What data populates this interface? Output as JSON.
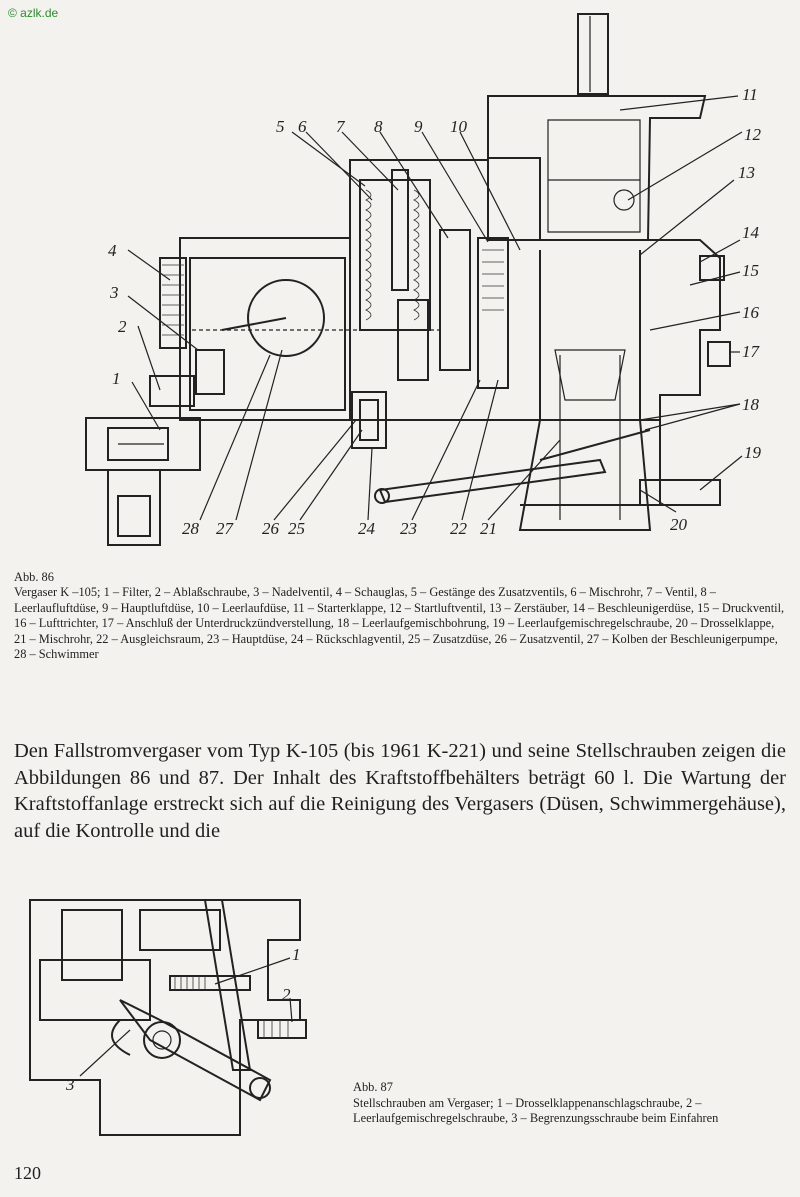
{
  "watermark": "© azlk.de",
  "figure1": {
    "labels": [
      "1",
      "2",
      "3",
      "4",
      "5",
      "6",
      "7",
      "8",
      "9",
      "10",
      "11",
      "12",
      "13",
      "14",
      "15",
      "16",
      "17",
      "18",
      "19",
      "20",
      "21",
      "22",
      "23",
      "24",
      "25",
      "26",
      "27",
      "28"
    ],
    "caption_title": "Abb. 86",
    "caption_text": "Vergaser K –105; 1 – Filter, 2 – Ablaßschraube, 3 – Nadelventil, 4 – Schauglas, 5 – Gestänge des Zusatzventils, 6 – Mischrohr, 7 – Ventil, 8 – Leerlaufluftdüse, 9 – Hauptluftdüse, 10 – Leerlaufdüse, 11 – Starterklappe, 12 – Startluftventil, 13 – Zerstäuber, 14 – Beschleunigerdüse, 15 – Druckventil, 16 – Lufttrichter, 17 – Anschluß der Unterdruckzündverstellung, 18 – Leerlaufgemischbohrung, 19 – Leerlaufgemischregelschraube, 20 – Drosselklappe, 21 – Mischrohr, 22 – Ausgleichsraum, 23 – Hauptdüse, 24 – Rückschlagventil, 25 – Zusatzdüse, 26 – Zusatzventil, 27 – Kolben der Beschleunigerpumpe, 28 – Schwimmer"
  },
  "body_text": "Den Fallstromvergaser vom Typ K-105 (bis 1961 K-221) und seine Stellschrauben zeigen die Abbildungen 86 und 87. Der Inhalt des Kraftstoffbehälters beträgt 60 l. Die Wartung der Kraftstoffanlage erstreckt sich auf die Reinigung des Vergasers (Düsen, Schwimmergehäuse), auf die Kontrolle und die",
  "figure2": {
    "labels": [
      "1",
      "2",
      "3"
    ],
    "caption_title": "Abb. 87",
    "caption_text": "Stellschrauben am Vergaser; 1 – Drosselklappenanschlagschraube, 2 – Leerlaufgemischregelschraube, 3 – Begrenzungsschraube beim Einfahren"
  },
  "page_number": "120"
}
